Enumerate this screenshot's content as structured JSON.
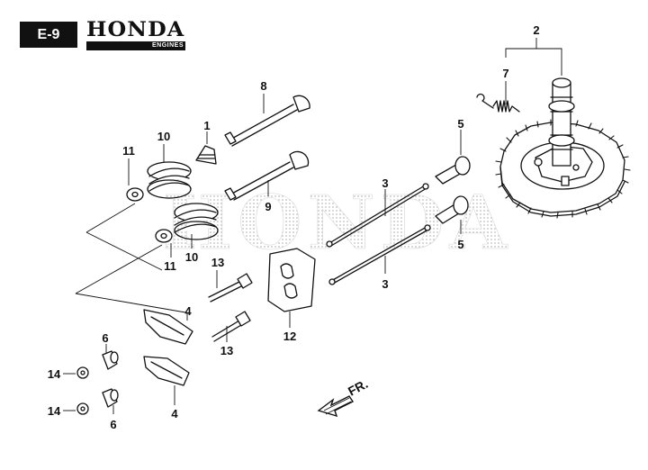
{
  "header": {
    "section_code": "E-9",
    "brand": "HONDA",
    "brand_sub": "ENGINES"
  },
  "watermark": "HONDA",
  "direction_marker": "FR.",
  "callouts": [
    "1",
    "2",
    "3",
    "3",
    "4",
    "4",
    "5",
    "5",
    "6",
    "6",
    "7",
    "8",
    "9",
    "10",
    "10",
    "11",
    "11",
    "12",
    "13",
    "13",
    "14",
    "14"
  ]
}
